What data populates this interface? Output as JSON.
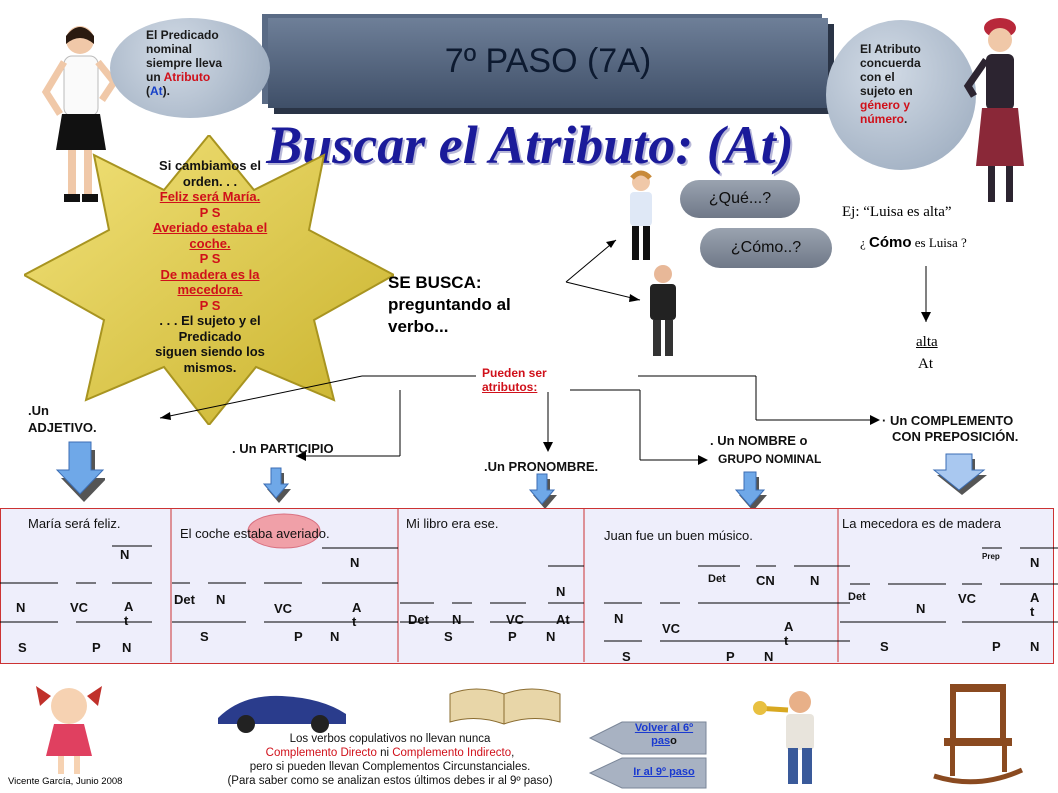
{
  "banner": {
    "text": "7º PASO   (7A)"
  },
  "title": "Buscar el Atributo: (At)",
  "bubble_left": {
    "l1": "El Predicado",
    "l2": "nominal",
    "l3": "siempre lleva",
    "l4": "un ",
    "l4r": "Atributo",
    "l5": "(",
    "l5b": "At",
    "l5c": ")."
  },
  "bubble_right": {
    "l1": "El Atributo",
    "l2": "concuerda",
    "l3": "con el",
    "l4": "sujeto en",
    "l5r": "género y",
    "l6r": "número",
    "l6c": "."
  },
  "star": {
    "l1": "Si cambiamos el",
    "l2": "orden. . .",
    "l3": "Feliz    será    María.",
    "l4": "P           S",
    "l5": "Averiado estaba el",
    "l6": "coche.",
    "l7": "P           S",
    "l8": "De madera es la",
    "l9": "mecedora.",
    "l10": "P           S",
    "l11": ". . . El sujeto y el",
    "l12": "Predicado",
    "l13": "siguen siendo los",
    "l14": "mismos."
  },
  "questions": {
    "que": "¿Qué...?",
    "como": "¿Cómo..?"
  },
  "busca": {
    "l1": "SE BUSCA:",
    "l2": "preguntando al",
    "l3": "verbo..."
  },
  "example": {
    "l1": "Ej: “Luisa   es     alta”",
    "l2a": "¿ ",
    "l2b": "Cómo",
    "l2c": " es Luisa ?",
    "answer": "alta",
    "tag": "At"
  },
  "center": {
    "l1": "Pueden ser",
    "l2": "atributos:"
  },
  "types": {
    "adj1": ".Un",
    "adj2": "ADJETIVO.",
    "part": ". Un PARTICIPIO",
    "pron": ".Un PRONOMBRE.",
    "nom1": ". Un NOMBRE o",
    "nom2": "GRUPO NOMINAL",
    "comp1": "· Un COMPLEMENTO",
    "comp2": "CON PREPOSICIÓN."
  },
  "panels": {
    "p1": {
      "sent": "María     será      feliz.",
      "n_top": "N",
      "n": "N",
      "vc": "VC",
      "a": "A",
      "t": "t",
      "s": "S",
      "p": "P",
      "n2": "N"
    },
    "p2": {
      "sent": "El  coche  estaba  averiado.",
      "n_top": "N",
      "det": "Det",
      "n": "N",
      "vc": "VC",
      "a": "A",
      "t": "t",
      "s": "S",
      "p": "P",
      "n2": "N"
    },
    "p3": {
      "sent": "Mi    libro    era    ese.",
      "n_top": "N",
      "det": "Det",
      "n": "N",
      "vc": "VC",
      "at": "At",
      "s": "S",
      "p": "P",
      "n2": "N"
    },
    "p4": {
      "sent": "Juan    fue     un   buen  músico.",
      "det": "Det",
      "cn": "CN",
      "n_top": "N",
      "n": "N",
      "vc": "VC",
      "a": "A",
      "t": "t",
      "s": "S",
      "p": "P",
      "n2": "N"
    },
    "p5": {
      "sent": "La mecedora  es  de  madera",
      "prep": "Prep",
      "n_top": "N",
      "det": "Det",
      "n": "N",
      "vc": "VC",
      "a": "A",
      "t": "t",
      "s": "S",
      "p": "P",
      "n2": "N"
    }
  },
  "footer": {
    "l1": "Los verbos copulativos no llevan nunca",
    "l2a": "Complemento Directo",
    "l2b": " ni ",
    "l2c": "Complemento Indirecto",
    "l2d": ",",
    "l3": "pero si pueden llevan Complementos Circunstanciales.",
    "l4": "(Para saber como se analizan  estos últimos debes ir al 9º paso)"
  },
  "author": "Vicente García, Junio 2008",
  "nav": {
    "back1": "Volver al 6º",
    "back2": "pas",
    "back3": "o",
    "next": "Ir al 9º paso"
  },
  "colors": {
    "title": "#1b1b9a",
    "accent_red": "#d0101a",
    "star": "#d8c83a",
    "panel_bg": "#eeeefb",
    "arrow_blue": "#6fa8e8"
  }
}
